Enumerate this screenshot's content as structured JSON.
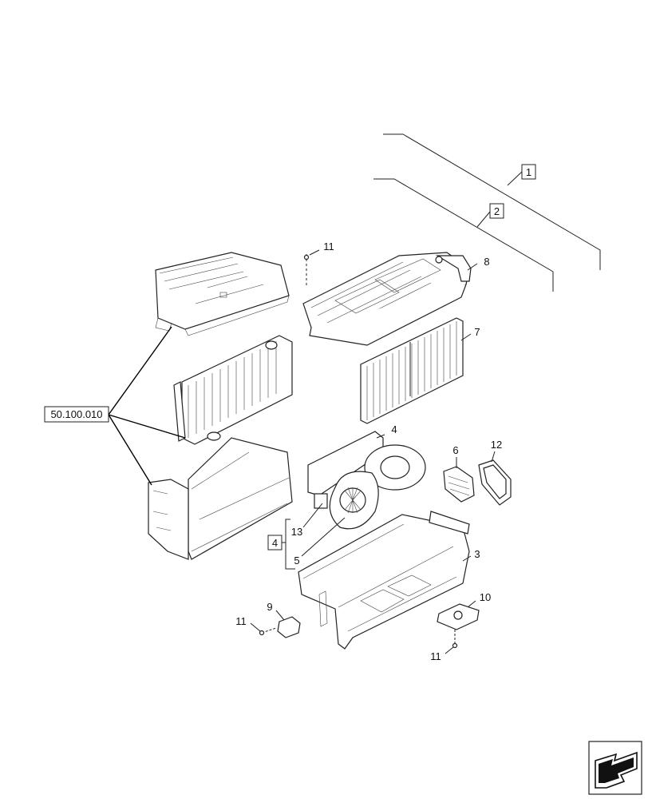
{
  "reference_box": {
    "label": "50.100.010"
  },
  "group_boxes": [
    {
      "label": "1"
    },
    {
      "label": "2"
    },
    {
      "label": "4"
    }
  ],
  "callouts": [
    {
      "id": "c11a",
      "text": "11"
    },
    {
      "id": "c8",
      "text": "8"
    },
    {
      "id": "c7",
      "text": "7"
    },
    {
      "id": "c4",
      "text": "4"
    },
    {
      "id": "c6",
      "text": "6"
    },
    {
      "id": "c12",
      "text": "12"
    },
    {
      "id": "c13",
      "text": "13"
    },
    {
      "id": "c5",
      "text": "5"
    },
    {
      "id": "c3",
      "text": "3"
    },
    {
      "id": "c9",
      "text": "9"
    },
    {
      "id": "c10",
      "text": "10"
    },
    {
      "id": "c11b",
      "text": "11"
    },
    {
      "id": "c11c",
      "text": "11"
    }
  ],
  "nav": {
    "icon": "next-page-arrow-icon"
  }
}
